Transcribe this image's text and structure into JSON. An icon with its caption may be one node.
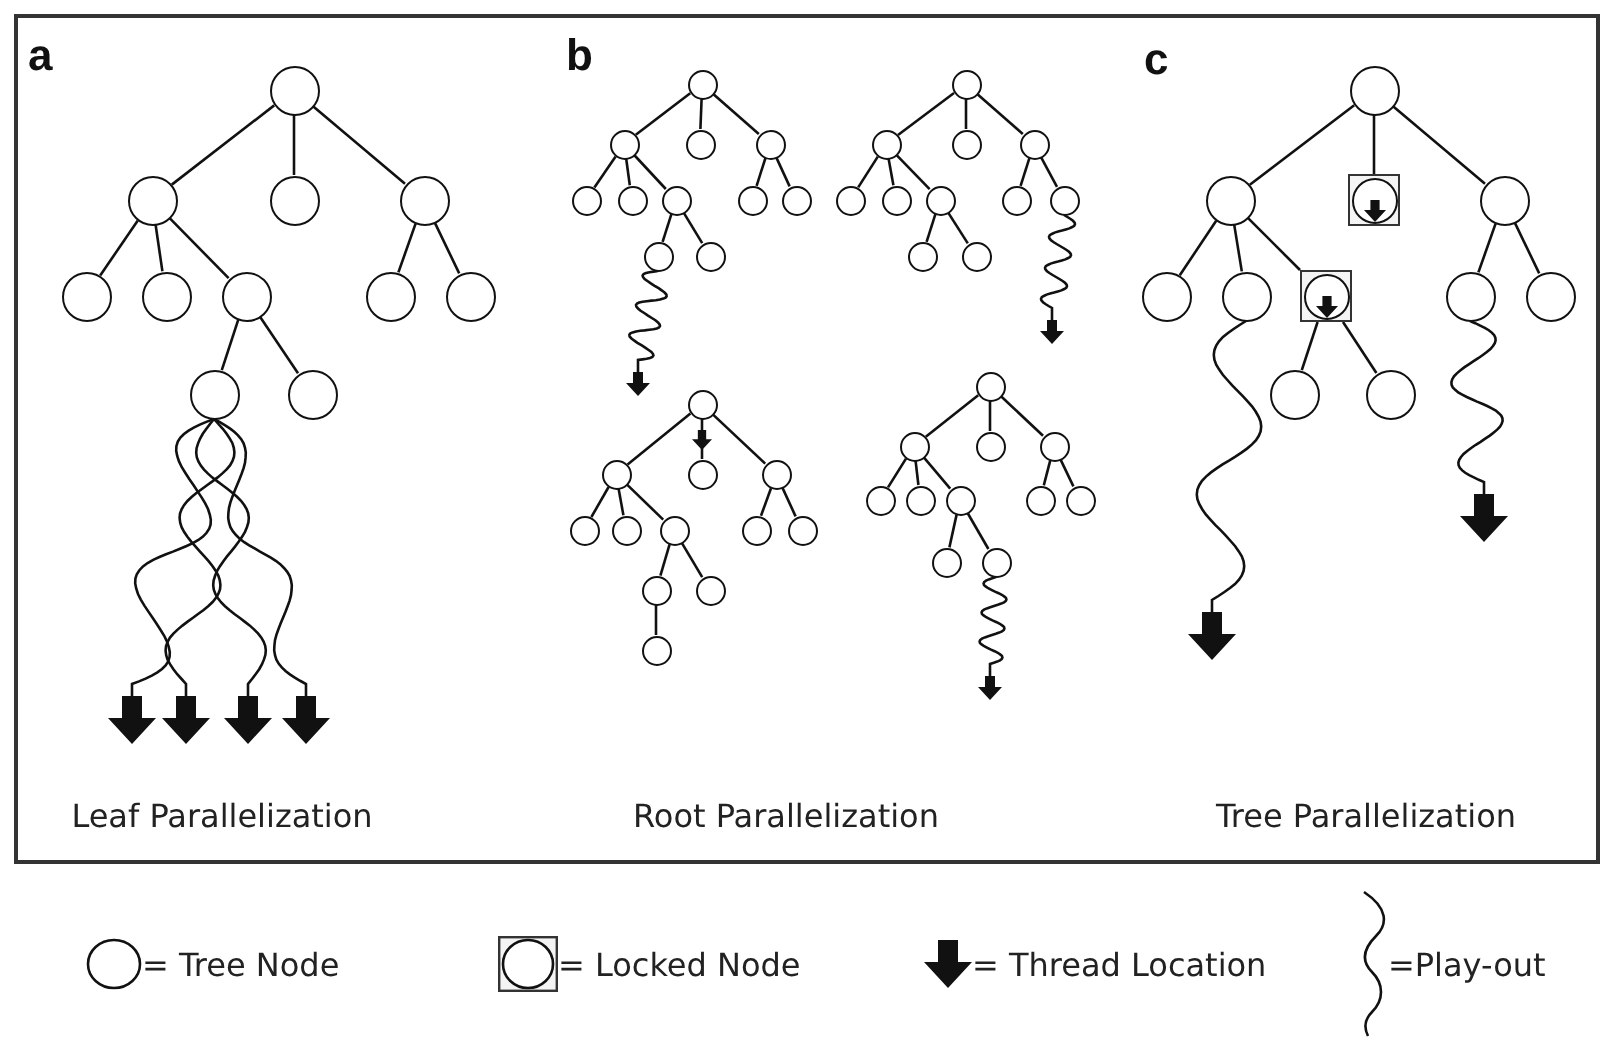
{
  "diagram": {
    "nodes": [
      {
        "text": [],
        "shape": "circle"
      },
      {
        "text": [],
        "shape": "circle"
      },
      {
        "text": [],
        "shape": "circle"
      },
      {
        "text": [],
        "shape": "circle"
      },
      {
        "text": [],
        "shape": "circle"
      },
      {
        "text": [],
        "shape": "circle"
      },
      {
        "text": [],
        "shape": "circle"
      },
      {
        "text": [],
        "shape": "circle"
      },
      {
        "text": [],
        "shape": "circle"
      },
      {
        "text": [],
        "shape": "circle"
      },
      {
        "text": [],
        "shape": "circle"
      },
      {
        "text": [],
        "shape": "circle"
      },
      {
        "text": [],
        "shape": "circle"
      },
      {
        "text": [],
        "shape": "circle"
      },
      {
        "text": [],
        "shape": "circle"
      },
      {
        "text": [],
        "shape": "circle"
      },
      {
        "text": [],
        "shape": "circle"
      },
      {
        "text": [],
        "shape": "circle"
      },
      {
        "text": [],
        "shape": "circle"
      },
      {
        "text": [],
        "shape": "circle"
      },
      {
        "text": [],
        "shape": "circle"
      },
      {
        "text": [],
        "shape": "circle"
      },
      {
        "text": [],
        "shape": "circle"
      },
      {
        "text": [],
        "shape": "circle"
      },
      {
        "text": [],
        "shape": "circle"
      },
      {
        "text": [],
        "shape": "circle"
      },
      {
        "text": [],
        "shape": "circle"
      },
      {
        "text": [],
        "shape": "circle"
      },
      {
        "text": [],
        "shape": "circle"
      },
      {
        "text": [],
        "shape": "circle"
      },
      {
        "text": [],
        "shape": "circle"
      },
      {
        "text": [],
        "shape": "circle"
      },
      {
        "text": [],
        "shape": "circle"
      },
      {
        "text": [],
        "shape": "circle"
      },
      {
        "text": [],
        "shape": "circle"
      },
      {
        "text": [],
        "shape": "circle"
      },
      {
        "text": [],
        "shape": "circle"
      },
      {
        "text": [],
        "shape": "circle"
      },
      {
        "text": [],
        "shape": "circle"
      },
      {
        "text": [],
        "shape": "circle"
      },
      {
        "text": [],
        "shape": "circle"
      },
      {
        "text": [],
        "shape": "circle"
      },
      {
        "text": [],
        "shape": "circle"
      },
      {
        "text": [],
        "shape": "circle"
      },
      {
        "text": [],
        "shape": "circle"
      },
      {
        "text": [],
        "shape": "circle"
      },
      {
        "text": [],
        "shape": "circle"
      },
      {
        "text": [],
        "shape": "circle"
      },
      {
        "text": [],
        "shape": "circle"
      },
      {
        "text": [],
        "shape": "circle"
      },
      {
        "text": [],
        "shape": "circle"
      },
      {
        "text": [],
        "shape": "circle"
      },
      {
        "text": [],
        "shape": "circle"
      },
      {
        "text": [],
        "shape": "circle"
      },
      {
        "text": [],
        "shape": "circle"
      },
      {
        "text": [],
        "shape": "circle"
      },
      {
        "text": [],
        "shape": "circle"
      },
      {
        "text": [],
        "shape": "circle"
      },
      {
        "text": [],
        "shape": "box"
      },
      {
        "text": [],
        "shape": "circle"
      },
      {
        "text": [],
        "shape": "circle"
      },
      {
        "text": [],
        "shape": "circle"
      },
      {
        "text": [],
        "shape": "box"
      },
      {
        "text": [],
        "shape": "circle"
      },
      {
        "text": [],
        "shape": "circle"
      },
      {
        "text": [],
        "shape": "circle"
      },
      {
        "text": [],
        "shape": "circle"
      },
      {
        "text": [],
        "shape": "arrow"
      },
      {
        "text": [],
        "shape": "arrow"
      },
      {
        "text": [],
        "shape": "arrow"
      },
      {
        "text": [],
        "shape": "arrow"
      },
      {
        "text": [],
        "shape": "arrow"
      },
      {
        "text": [],
        "shape": "arrow"
      },
      {
        "text": [],
        "shape": "arrow"
      },
      {
        "text": [],
        "shape": "arrow"
      },
      {
        "text": [],
        "shape": "arrow"
      }
    ],
    "edges": [
      {
        "from": 0,
        "to": 1,
        "arrow": "none"
      },
      {
        "from": 0,
        "to": 2,
        "arrow": "none"
      },
      {
        "from": 0,
        "to": 3,
        "arrow": "none"
      },
      {
        "from": 1,
        "to": 4,
        "arrow": "none"
      },
      {
        "from": 1,
        "to": 5,
        "arrow": "none"
      },
      {
        "from": 1,
        "to": 6,
        "arrow": "none"
      },
      {
        "from": 3,
        "to": 7,
        "arrow": "none"
      },
      {
        "from": 3,
        "to": 8,
        "arrow": "none"
      },
      {
        "from": 6,
        "to": 9,
        "arrow": "none"
      },
      {
        "from": 6,
        "to": 10,
        "arrow": "none"
      },
      {
        "from": 9,
        "to": 67,
        "arrow": "none"
      },
      {
        "from": 9,
        "to": 68,
        "arrow": "none"
      },
      {
        "from": 9,
        "to": 69,
        "arrow": "none"
      },
      {
        "from": 9,
        "to": 70,
        "arrow": "none"
      },
      {
        "from": 11,
        "to": 12,
        "arrow": "none"
      },
      {
        "from": 11,
        "to": 13,
        "arrow": "none"
      },
      {
        "from": 11,
        "to": 14,
        "arrow": "none"
      },
      {
        "from": 12,
        "to": 15,
        "arrow": "none"
      },
      {
        "from": 12,
        "to": 16,
        "arrow": "none"
      },
      {
        "from": 12,
        "to": 17,
        "arrow": "none"
      },
      {
        "from": 14,
        "to": 18,
        "arrow": "none"
      },
      {
        "from": 14,
        "to": 19,
        "arrow": "none"
      },
      {
        "from": 17,
        "to": 20,
        "arrow": "none"
      },
      {
        "from": 17,
        "to": 21,
        "arrow": "none"
      },
      {
        "from": 20,
        "to": 71,
        "arrow": "none"
      },
      {
        "from": 22,
        "to": 23,
        "arrow": "none"
      },
      {
        "from": 22,
        "to": 24,
        "arrow": "none"
      },
      {
        "from": 22,
        "to": 25,
        "arrow": "none"
      },
      {
        "from": 23,
        "to": 26,
        "arrow": "none"
      },
      {
        "from": 23,
        "to": 27,
        "arrow": "none"
      },
      {
        "from": 23,
        "to": 28,
        "arrow": "none"
      },
      {
        "from": 25,
        "to": 29,
        "arrow": "none"
      },
      {
        "from": 25,
        "to": 30,
        "arrow": "none"
      },
      {
        "from": 28,
        "to": 31,
        "arrow": "none"
      },
      {
        "from": 28,
        "to": 32,
        "arrow": "none"
      },
      {
        "from": 30,
        "to": 72,
        "arrow": "none"
      },
      {
        "from": 33,
        "to": 34,
        "arrow": "none"
      },
      {
        "from": 33,
        "to": 35,
        "arrow": "none"
      },
      {
        "from": 33,
        "to": 36,
        "arrow": "none"
      },
      {
        "from": 34,
        "to": 37,
        "arrow": "none"
      },
      {
        "from": 34,
        "to": 38,
        "arrow": "none"
      },
      {
        "from": 34,
        "to": 39,
        "arrow": "none"
      },
      {
        "from": 36,
        "to": 40,
        "arrow": "none"
      },
      {
        "from": 36,
        "to": 41,
        "arrow": "none"
      },
      {
        "from": 39,
        "to": 42,
        "arrow": "none"
      },
      {
        "from": 39,
        "to": 43,
        "arrow": "none"
      },
      {
        "from": 42,
        "to": 44,
        "arrow": "none"
      },
      {
        "from": 45,
        "to": 46,
        "arrow": "none"
      },
      {
        "from": 45,
        "to": 47,
        "arrow": "none"
      },
      {
        "from": 45,
        "to": 48,
        "arrow": "none"
      },
      {
        "from": 46,
        "to": 49,
        "arrow": "none"
      },
      {
        "from": 46,
        "to": 50,
        "arrow": "none"
      },
      {
        "from": 46,
        "to": 51,
        "arrow": "none"
      },
      {
        "from": 48,
        "to": 52,
        "arrow": "none"
      },
      {
        "from": 48,
        "to": 53,
        "arrow": "none"
      },
      {
        "from": 51,
        "to": 54,
        "arrow": "none"
      },
      {
        "from": 51,
        "to": 55,
        "arrow": "none"
      },
      {
        "from": 55,
        "to": 73,
        "arrow": "none"
      },
      {
        "from": 56,
        "to": 57,
        "arrow": "none"
      },
      {
        "from": 56,
        "to": 58,
        "arrow": "none"
      },
      {
        "from": 56,
        "to": 59,
        "arrow": "none"
      },
      {
        "from": 57,
        "to": 60,
        "arrow": "none"
      },
      {
        "from": 57,
        "to": 61,
        "arrow": "none"
      },
      {
        "from": 57,
        "to": 62,
        "arrow": "none"
      },
      {
        "from": 59,
        "to": 63,
        "arrow": "none"
      },
      {
        "from": 59,
        "to": 64,
        "arrow": "none"
      },
      {
        "from": 62,
        "to": 65,
        "arrow": "none"
      },
      {
        "from": 62,
        "to": 66,
        "arrow": "none"
      },
      {
        "from": 61,
        "to": 74,
        "arrow": "none"
      },
      {
        "from": 63,
        "to": 75,
        "arrow": "none"
      }
    ],
    "labels": [
      "a",
      "b",
      "c",
      "Leaf Parallelization",
      "Root Parallelization",
      "Tree Parallelization"
    ],
    "legend": [
      {
        "text": "= Tree Node"
      },
      {
        "text": "= Locked Node"
      },
      {
        "text": "= Thread Location"
      },
      {
        "text": "=Play-out"
      }
    ]
  }
}
